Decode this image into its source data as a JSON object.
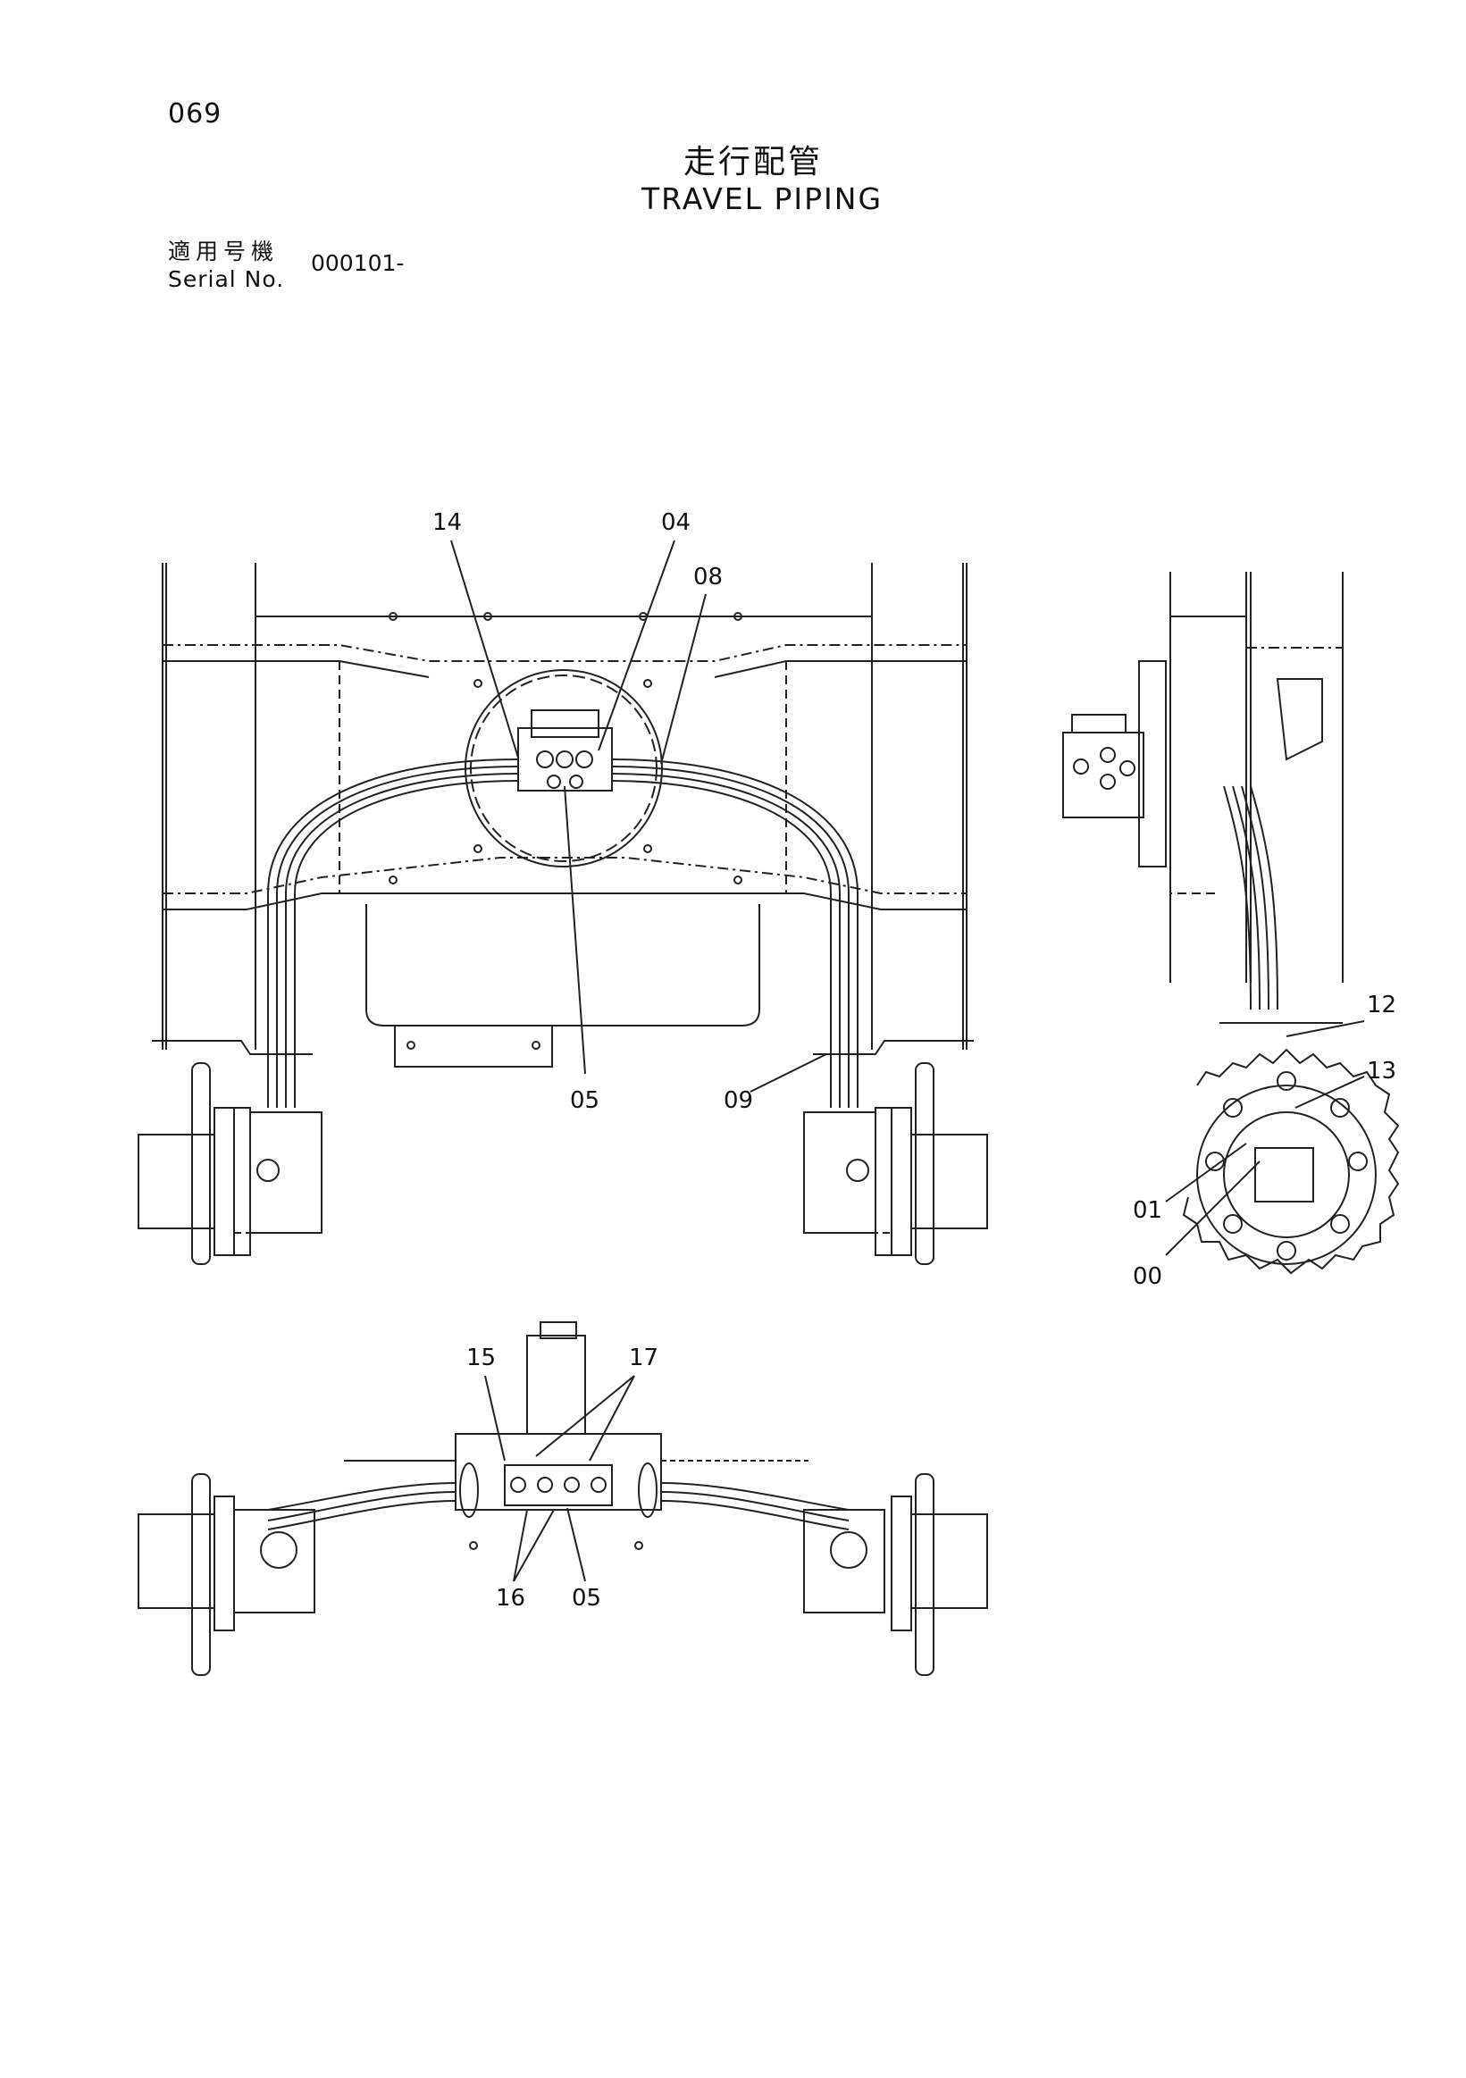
{
  "page_number": "069",
  "title_jp": "走行配管",
  "title_en": "TRAVEL PIPING",
  "serial_label_jp": "適用号機",
  "serial_label_en": "Serial No.",
  "serial_value": "000101-",
  "callouts": {
    "front_view": [
      "14",
      "04",
      "08",
      "05",
      "09"
    ],
    "side_view": [
      "12",
      "13",
      "01",
      "00"
    ],
    "top_view": [
      "15",
      "17",
      "16",
      "05"
    ]
  }
}
